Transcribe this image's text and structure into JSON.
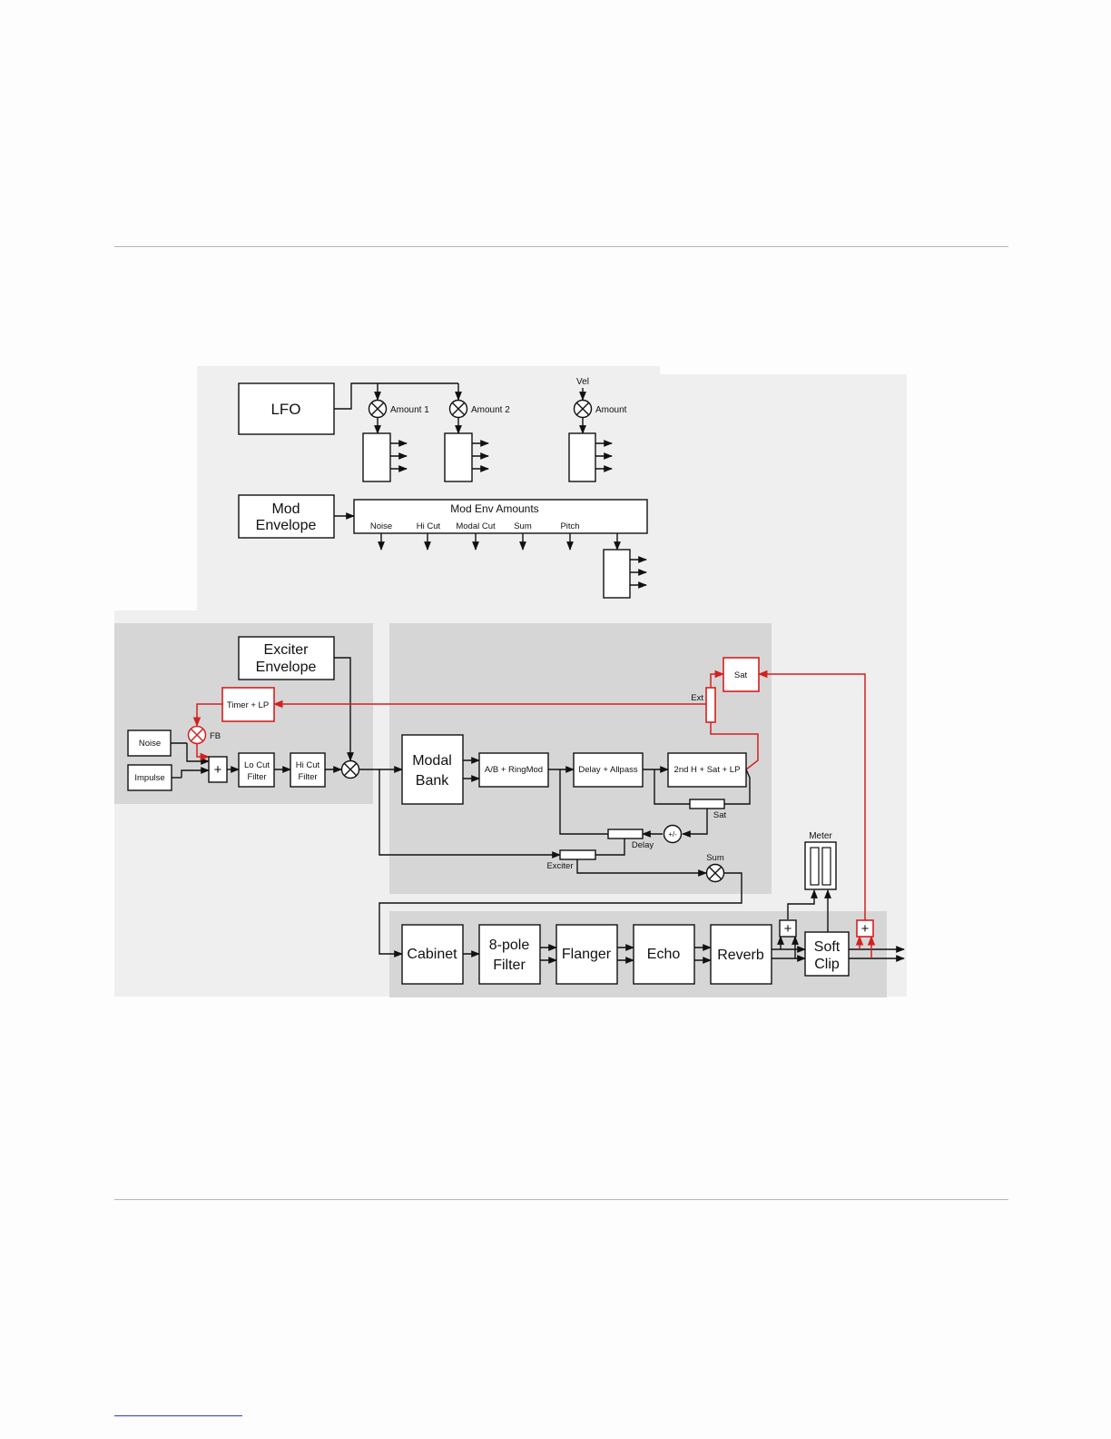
{
  "diagram": {
    "colors": {
      "panel_light": "#efefef",
      "panel_dark": "#d6d6d6",
      "line": "#111111",
      "feedback": "#d42020",
      "box_fill": "#ffffff",
      "page_rule": "#b5b5b5",
      "footer_link": "#2b3cc8"
    },
    "modulation": {
      "lfo": "LFO",
      "mod_envelope_line1": "Mod",
      "mod_envelope_line2": "Envelope",
      "amount1": "Amount 1",
      "amount2": "Amount 2",
      "vel": "Vel",
      "amount": "Amount",
      "mod_env_amounts": "Mod Env Amounts",
      "targets": [
        "Noise",
        "Hi Cut",
        "Modal Cut",
        "Sum",
        "Pitch"
      ]
    },
    "exciter": {
      "envelope_line1": "Exciter",
      "envelope_line2": "Envelope",
      "timer_lp": "Timer + LP",
      "fb": "FB",
      "noise": "Noise",
      "impulse": "Impulse",
      "plus": "+",
      "lo_cut_line1": "Lo Cut",
      "lo_cut_line2": "Filter",
      "hi_cut_line1": "Hi Cut",
      "hi_cut_line2": "Filter"
    },
    "resonator": {
      "modal_line1": "Modal",
      "modal_line2": "Bank",
      "ab_ringmod": "A/B + RingMod",
      "delay_allpass": "Delay + Allpass",
      "sat_chain": "2nd H + Sat + LP",
      "sat_box": "Sat",
      "ext": "Ext",
      "sat_label": "Sat",
      "delay_label": "Delay",
      "polarity": "+/-",
      "exciter_label": "Exciter",
      "sum_label": "Sum"
    },
    "effects": {
      "cabinet": "Cabinet",
      "filter_line1": "8-pole",
      "filter_line2": "Filter",
      "flanger": "Flanger",
      "echo": "Echo",
      "reverb": "Reverb",
      "meter": "Meter",
      "softclip_line1": "Soft",
      "softclip_line2": "Clip",
      "plus": "+"
    }
  }
}
